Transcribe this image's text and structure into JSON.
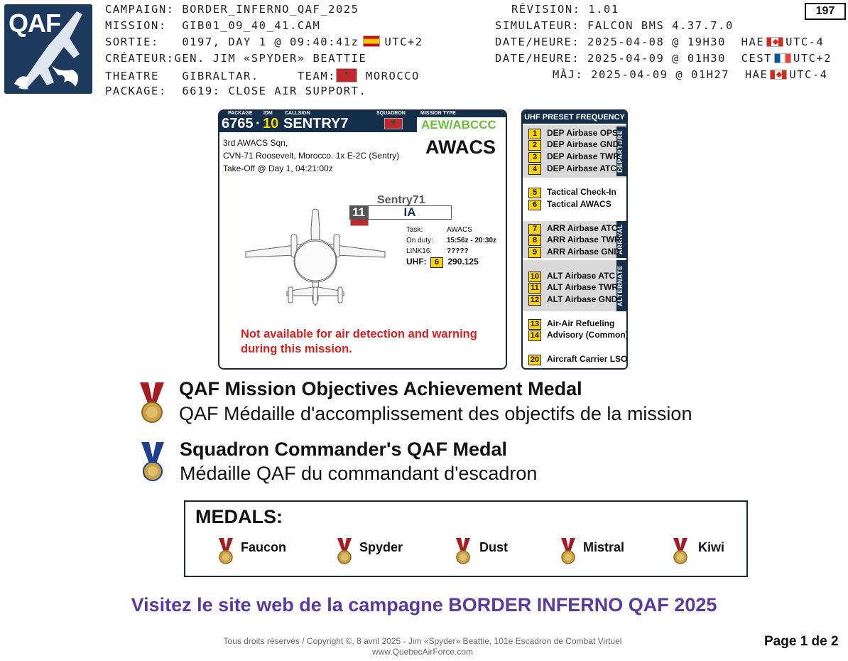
{
  "header": {
    "logo_text": "QAF",
    "left_lines": [
      {
        "label": "CAMPAIGN:",
        "value": "BORDER_INFERNO_QAF_2025"
      },
      {
        "label": "MISSION:",
        "value": "GIB01_09_40_41.CAM"
      },
      {
        "label": "SORTIE:",
        "value": "0197, DAY 1 @ 09:40:41z",
        "suffix": "UTC+2"
      },
      {
        "label": "CRÉATEUR:",
        "value": "GEN. JIM «SPYDER» BEATTIE"
      },
      {
        "label": "THEATRE",
        "value": "GIBRALTAR."
      },
      {
        "label": "PACKAGE:",
        "value": "6619: CLOSE AIR SUPPORT."
      }
    ],
    "team_label": "TEAM:",
    "team_value": "MOROCCO",
    "right_lines": [
      {
        "label": "RÉVISION:",
        "value": "1.01"
      },
      {
        "label": "SIMULATEUR:",
        "value": "FALCON BMS 4.37.7.0"
      },
      {
        "label": "DATE/HEURE:",
        "value": "2025-04-08 @ 19H30",
        "tz": "HAE",
        "offset": "UTC-4"
      },
      {
        "label": "DATE/HEURE:",
        "value": "2025-04-09 @ 01H30",
        "tz": "CEST",
        "offset": "UTC+2"
      },
      {
        "label": "MÀJ:",
        "value": "2025-04-09 @ 01H27",
        "tz": "HAE",
        "offset": "UTC-4"
      }
    ],
    "page_number": "197"
  },
  "card": {
    "labels": {
      "package": "PACKAGE",
      "idm": "IDM",
      "callsign": "CALLSIGN",
      "squadron": "SQUADRON",
      "mission_type": "MISSION TYPE"
    },
    "package_no": "6765",
    "idm": "10",
    "callsign": "SENTRY7",
    "mission_type": "AEW/ABCCC",
    "info_lines": [
      "3rd AWACS Sqn,",
      "CVN-71 Roosevelt, Morocco. 1x E-2C (Sentry)",
      "Take-Off @ Day 1, 04:21:00z"
    ],
    "role": "AWACS",
    "flight_name": "Sentry71",
    "slot_no": "11",
    "slot_code": "IA",
    "task_label": "Task:",
    "task_value": "AWACS",
    "duty_label": "On duty:",
    "duty_value": "15:56z - 20:30z",
    "link_label": "LINK16:",
    "link_value": "?????",
    "uhf_label": "UHF:",
    "uhf_preset": "6",
    "uhf_freq": "290.125",
    "warning": [
      "Not available for air detection and warning",
      "during this mission."
    ]
  },
  "uhf_panel": {
    "title": "UHF PRESET FREQUENCY",
    "sections": {
      "departure": "DEPARTURE",
      "arrival": "ARRIVAL",
      "alternate": "ALTERNATE"
    },
    "presets": [
      {
        "n": "1",
        "label": "DEP Airbase OPS"
      },
      {
        "n": "2",
        "label": "DEP Airbase GND"
      },
      {
        "n": "3",
        "label": "DEP Airbase TWR"
      },
      {
        "n": "4",
        "label": "DEP Airbase ATC"
      },
      {
        "n": "5",
        "label": "Tactical Check-In"
      },
      {
        "n": "6",
        "label": "Tactical AWACS"
      },
      {
        "n": "7",
        "label": "ARR Airbase ATC"
      },
      {
        "n": "8",
        "label": "ARR Airbase TWR"
      },
      {
        "n": "9",
        "label": "ARR Airbase GND"
      },
      {
        "n": "10",
        "label": "ALT Airbase ATC"
      },
      {
        "n": "11",
        "label": "ALT Airbase TWR"
      },
      {
        "n": "12",
        "label": "ALT Airbase GND"
      },
      {
        "n": "13",
        "label": "Air-Air Refueling"
      },
      {
        "n": "14",
        "label": "Advisory (Common)"
      },
      {
        "n": "20",
        "label": "Aircraft Carrier LSO"
      }
    ]
  },
  "awards": [
    {
      "en": "QAF Mission Objectives Achievement Medal",
      "fr": "QAF Médaille d'accomplissement des objectifs de la mission",
      "ribbon_color": "#a51c24"
    },
    {
      "en": "Squadron Commander's QAF Medal",
      "fr": "Médaille QAF du commandant d'escadron",
      "ribbon_color": "#1f3f8f"
    }
  ],
  "medals": {
    "title": "MEDALS:",
    "recipients": [
      "Faucon",
      "Spyder",
      "Dust",
      "Mistral",
      "Kiwi"
    ]
  },
  "website_link": "Visitez le site web de la campagne BORDER INFERNO QAF 2025",
  "footer": {
    "copyright": "Tous droits réservés / Copyright ©, 8 avril 2025 - Jim «Spyder» Beattie, 101e Escadron de Combat Virtuel",
    "url": "www.QuebecAirForce.com",
    "page": "Page 1 de 2"
  },
  "colors": {
    "navy": "#132f4b",
    "green": "#6abf3a",
    "yellow": "#ffd400",
    "warning_red": "#d42020",
    "link_purple": "#5b3a9e",
    "gold": "#c9a24a"
  }
}
